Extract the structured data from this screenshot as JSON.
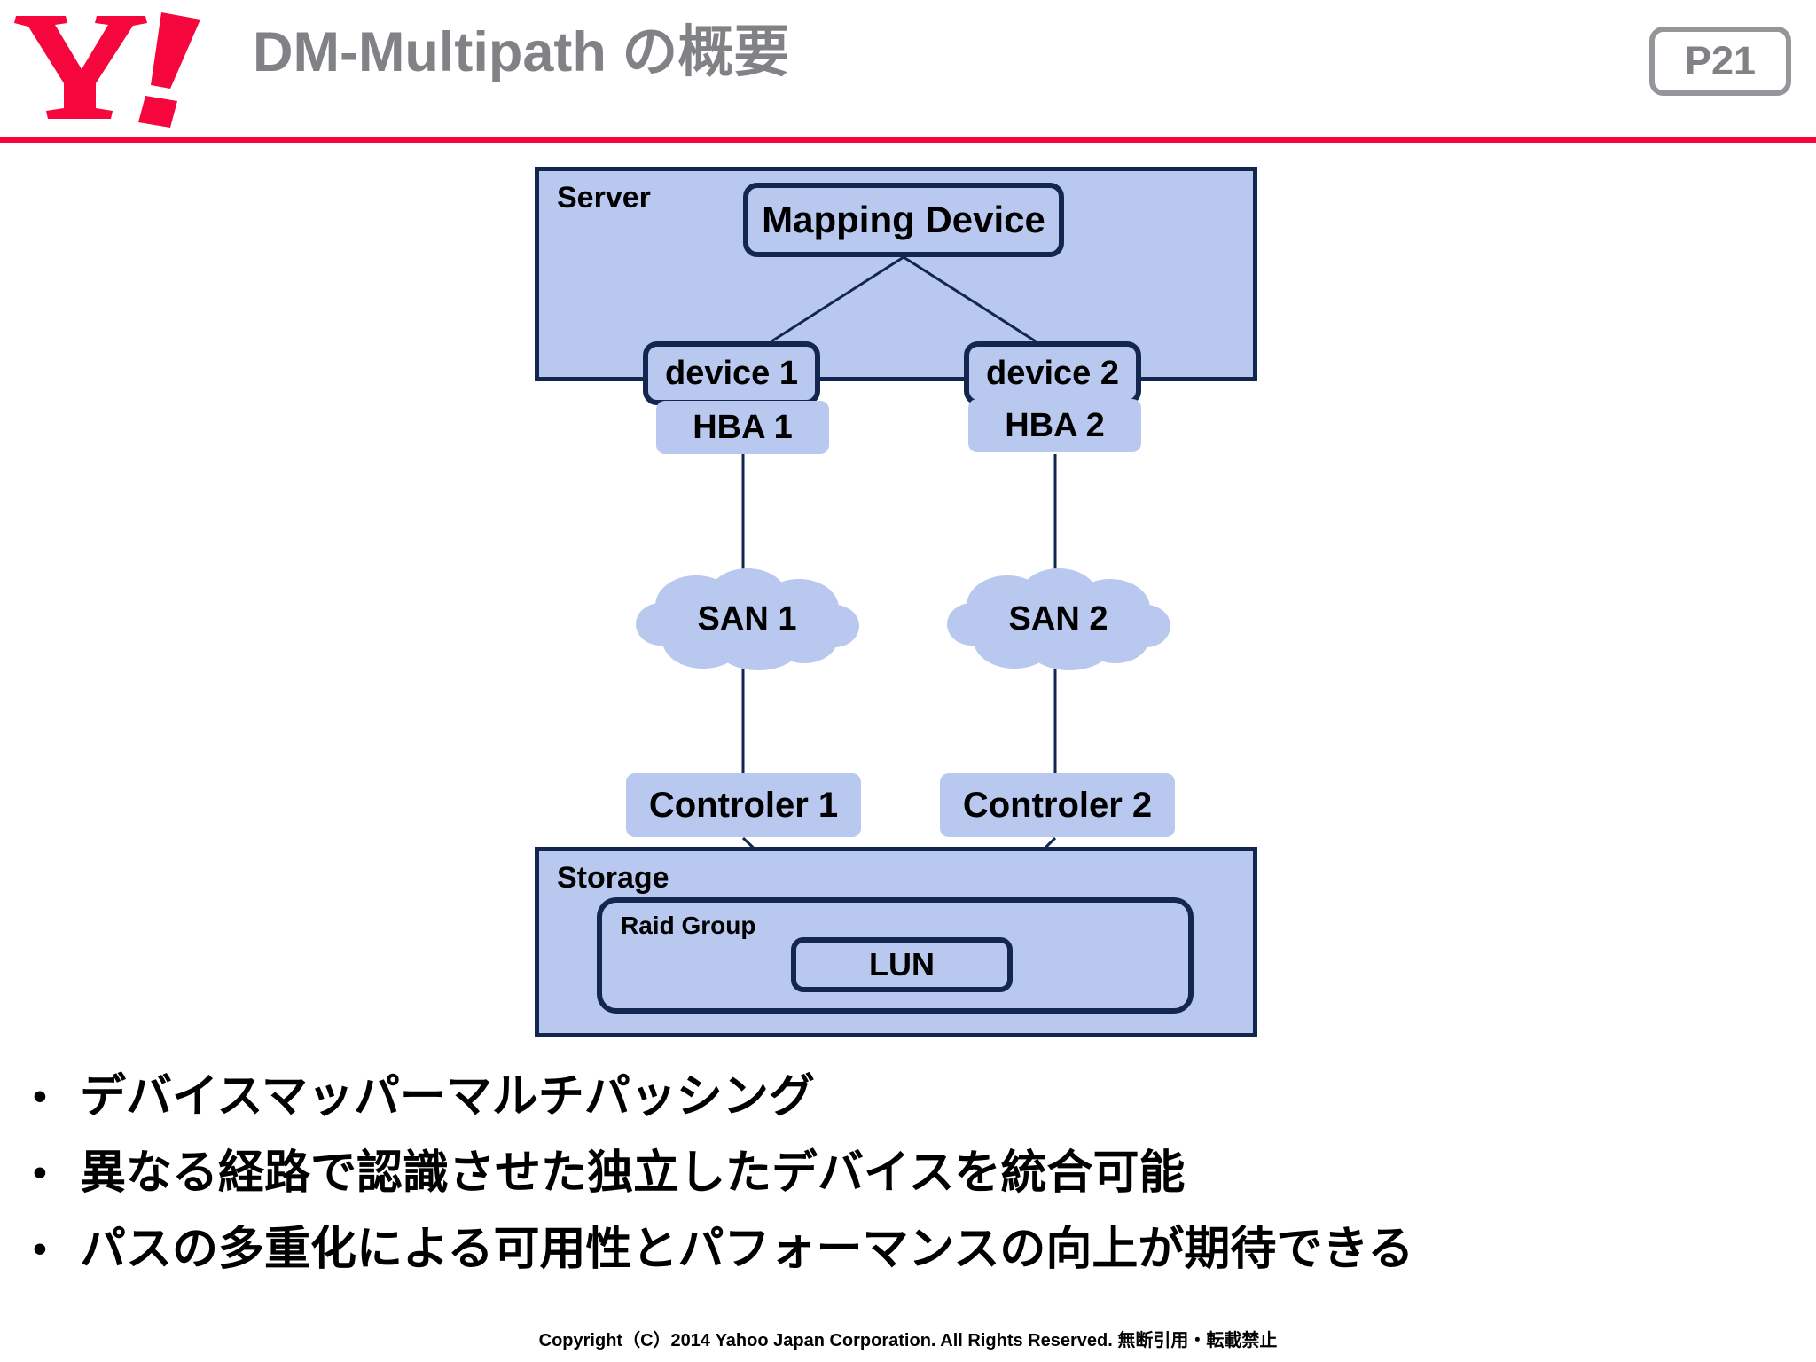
{
  "header": {
    "logo_alt": "Yahoo! JAPAN",
    "title": "DM-Multipath の概要",
    "page_badge": "P21",
    "accent_red": "#f5063d",
    "title_gray": "#808285"
  },
  "diagram": {
    "fill_color": "#b9c8ee",
    "border_color": "#12264f",
    "server_label": "Server",
    "storage_label": "Storage",
    "raid_group_label": "Raid Group",
    "mapping_device": "Mapping Device",
    "device_1": "device 1",
    "device_2": "device 2",
    "hba_1": "HBA 1",
    "hba_2": "HBA 2",
    "san_1": "SAN 1",
    "san_2": "SAN 2",
    "controler_1": "Controler 1",
    "controler_2": "Controler 2",
    "lun": "LUN"
  },
  "bullets": [
    {
      "marker": "•",
      "text": "デバイスマッパーマルチパッシング"
    },
    {
      "marker": "•",
      "text": "異なる経路で認識させた独立したデバイスを統合可能"
    },
    {
      "marker": "•",
      "text": "パスの多重化による可用性とパフォーマンスの向上が期待できる"
    }
  ],
  "footer": {
    "copyright": "Copyright（C）2014 Yahoo Japan Corporation. All Rights Reserved. 無断引用・転載禁止"
  }
}
